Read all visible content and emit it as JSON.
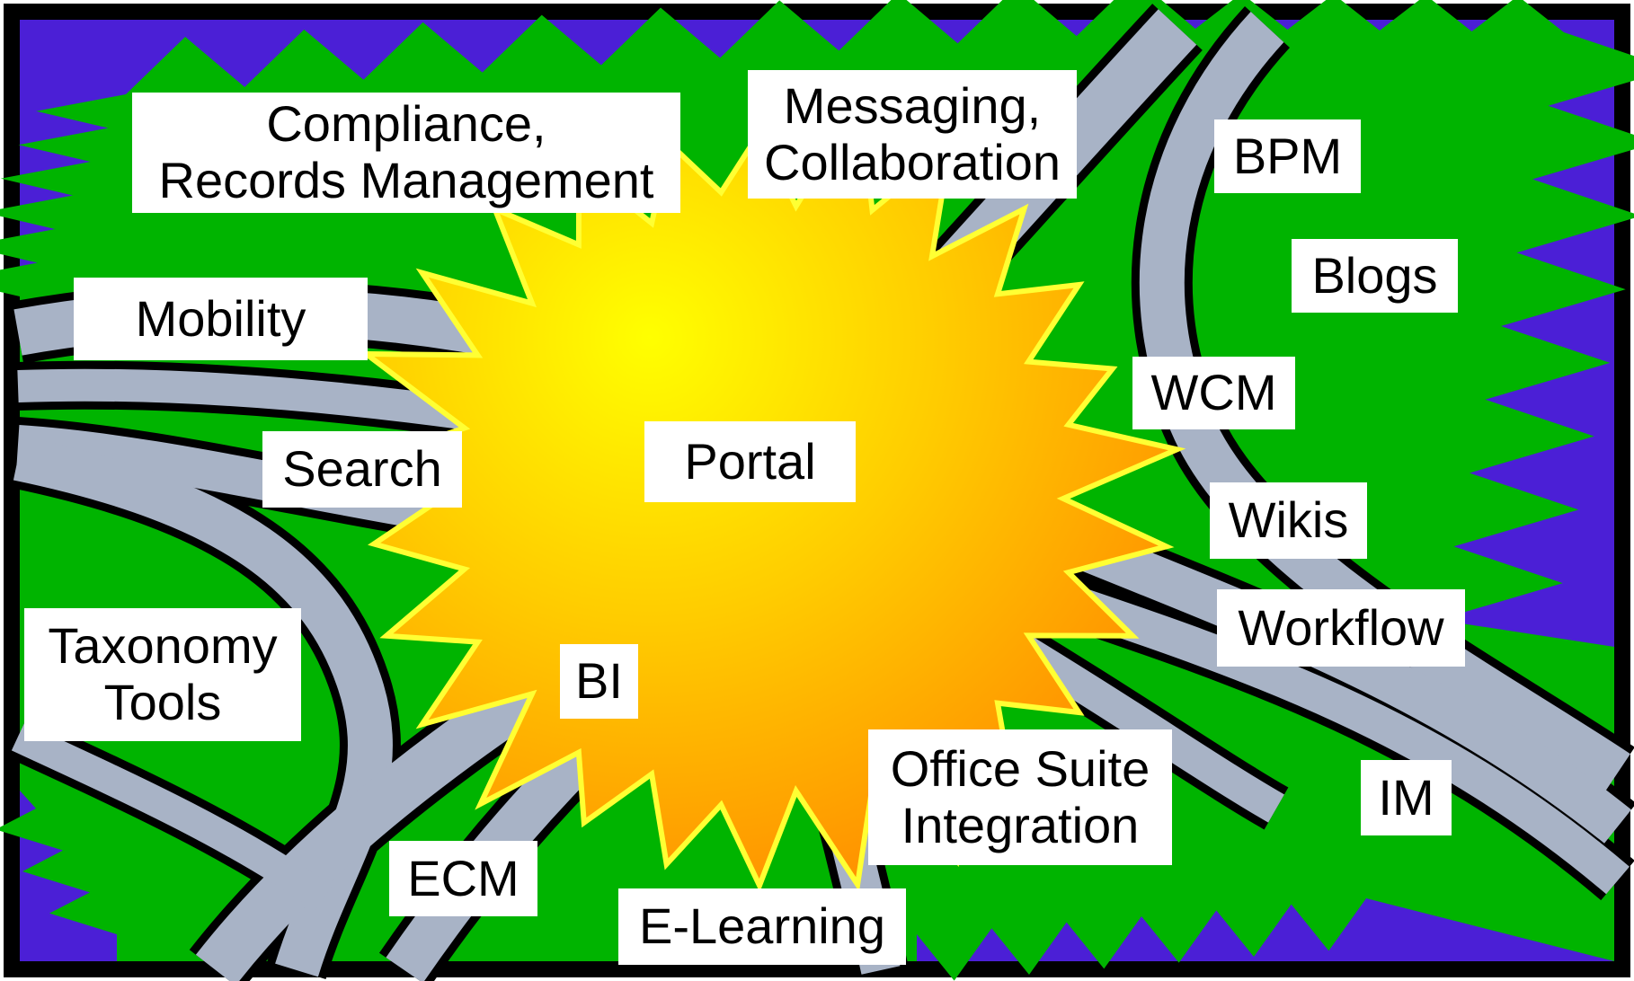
{
  "colors": {
    "border": "#000000",
    "purple_background": "#4b1fd6",
    "green_field": "#00b400",
    "road_gray": "#a8b3c6",
    "road_outline": "#000000",
    "burst_center": "#ffff00",
    "burst_edge": "#ff8800",
    "burst_outline": "#ffff33",
    "label_background": "#ffffff",
    "label_text": "#000000"
  },
  "center": {
    "label": "Portal"
  },
  "labels": {
    "compliance": {
      "line1": "Compliance,",
      "line2": "Records Management"
    },
    "messaging": {
      "line1": "Messaging,",
      "line2": "Collaboration"
    },
    "bpm": "BPM",
    "blogs": "Blogs",
    "mobility": "Mobility",
    "wcm": "WCM",
    "search": "Search",
    "wikis": "Wikis",
    "workflow": "Workflow",
    "taxonomy": {
      "line1": "Taxonomy",
      "line2": "Tools"
    },
    "bi": "BI",
    "office": {
      "line1": "Office Suite",
      "line2": "Integration"
    },
    "im": "IM",
    "ecm": "ECM",
    "elearning": "E-Learning"
  }
}
